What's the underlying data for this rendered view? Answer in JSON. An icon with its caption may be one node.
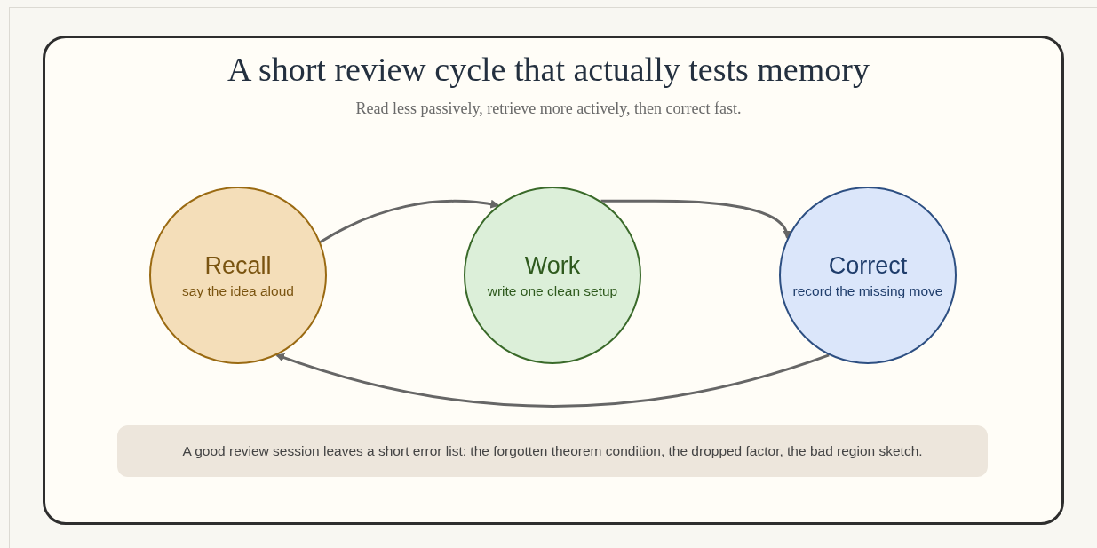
{
  "diagram": {
    "title": "A short review cycle that actually tests memory",
    "caption": "Read less passively, retrieve more actively, then correct fast.",
    "nodes": [
      {
        "text": [
          "Recall",
          "say the idea aloud"
        ]
      },
      {
        "text": [
          "Work",
          "write one clean setup"
        ]
      },
      {
        "text": [
          "Correct",
          "record the missing move"
        ]
      },
      {
        "text": [
          "A good review session leaves a short error list: the forgotten theorem condition, the dropped factor, the bad region sketch."
        ]
      }
    ],
    "edges": [
      {
        "from": 0,
        "to": 1,
        "arrow": "to"
      },
      {
        "from": 1,
        "to": 2,
        "arrow": "to"
      },
      {
        "from": 2,
        "to": 0,
        "arrow": "to"
      }
    ]
  }
}
